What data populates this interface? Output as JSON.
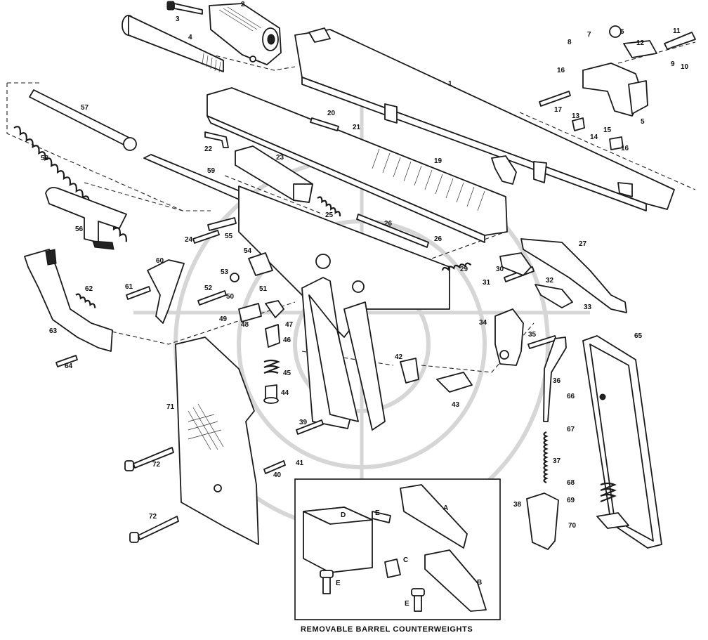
{
  "caption": "REMOVABLE BARREL COUNTERWEIGHTS",
  "part_numbers": [
    "1",
    "2",
    "3",
    "4",
    "5",
    "6",
    "7",
    "8",
    "9",
    "10",
    "11",
    "12",
    "13",
    "14",
    "15",
    "16",
    "16",
    "17",
    "19",
    "20",
    "21",
    "22",
    "23",
    "24",
    "25",
    "26",
    "26",
    "27",
    "29",
    "30",
    "31",
    "32",
    "33",
    "34",
    "35",
    "36",
    "37",
    "38",
    "39",
    "40",
    "41",
    "42",
    "43",
    "44",
    "45",
    "46",
    "47",
    "48",
    "49",
    "50",
    "51",
    "52",
    "53",
    "54",
    "55",
    "56",
    "57",
    "58",
    "59",
    "60",
    "61",
    "62",
    "63",
    "64",
    "65",
    "66",
    "67",
    "68",
    "69",
    "70",
    "71",
    "72",
    "72"
  ],
  "inset_letters": [
    "A",
    "B",
    "C",
    "D",
    "E",
    "E",
    "E"
  ]
}
